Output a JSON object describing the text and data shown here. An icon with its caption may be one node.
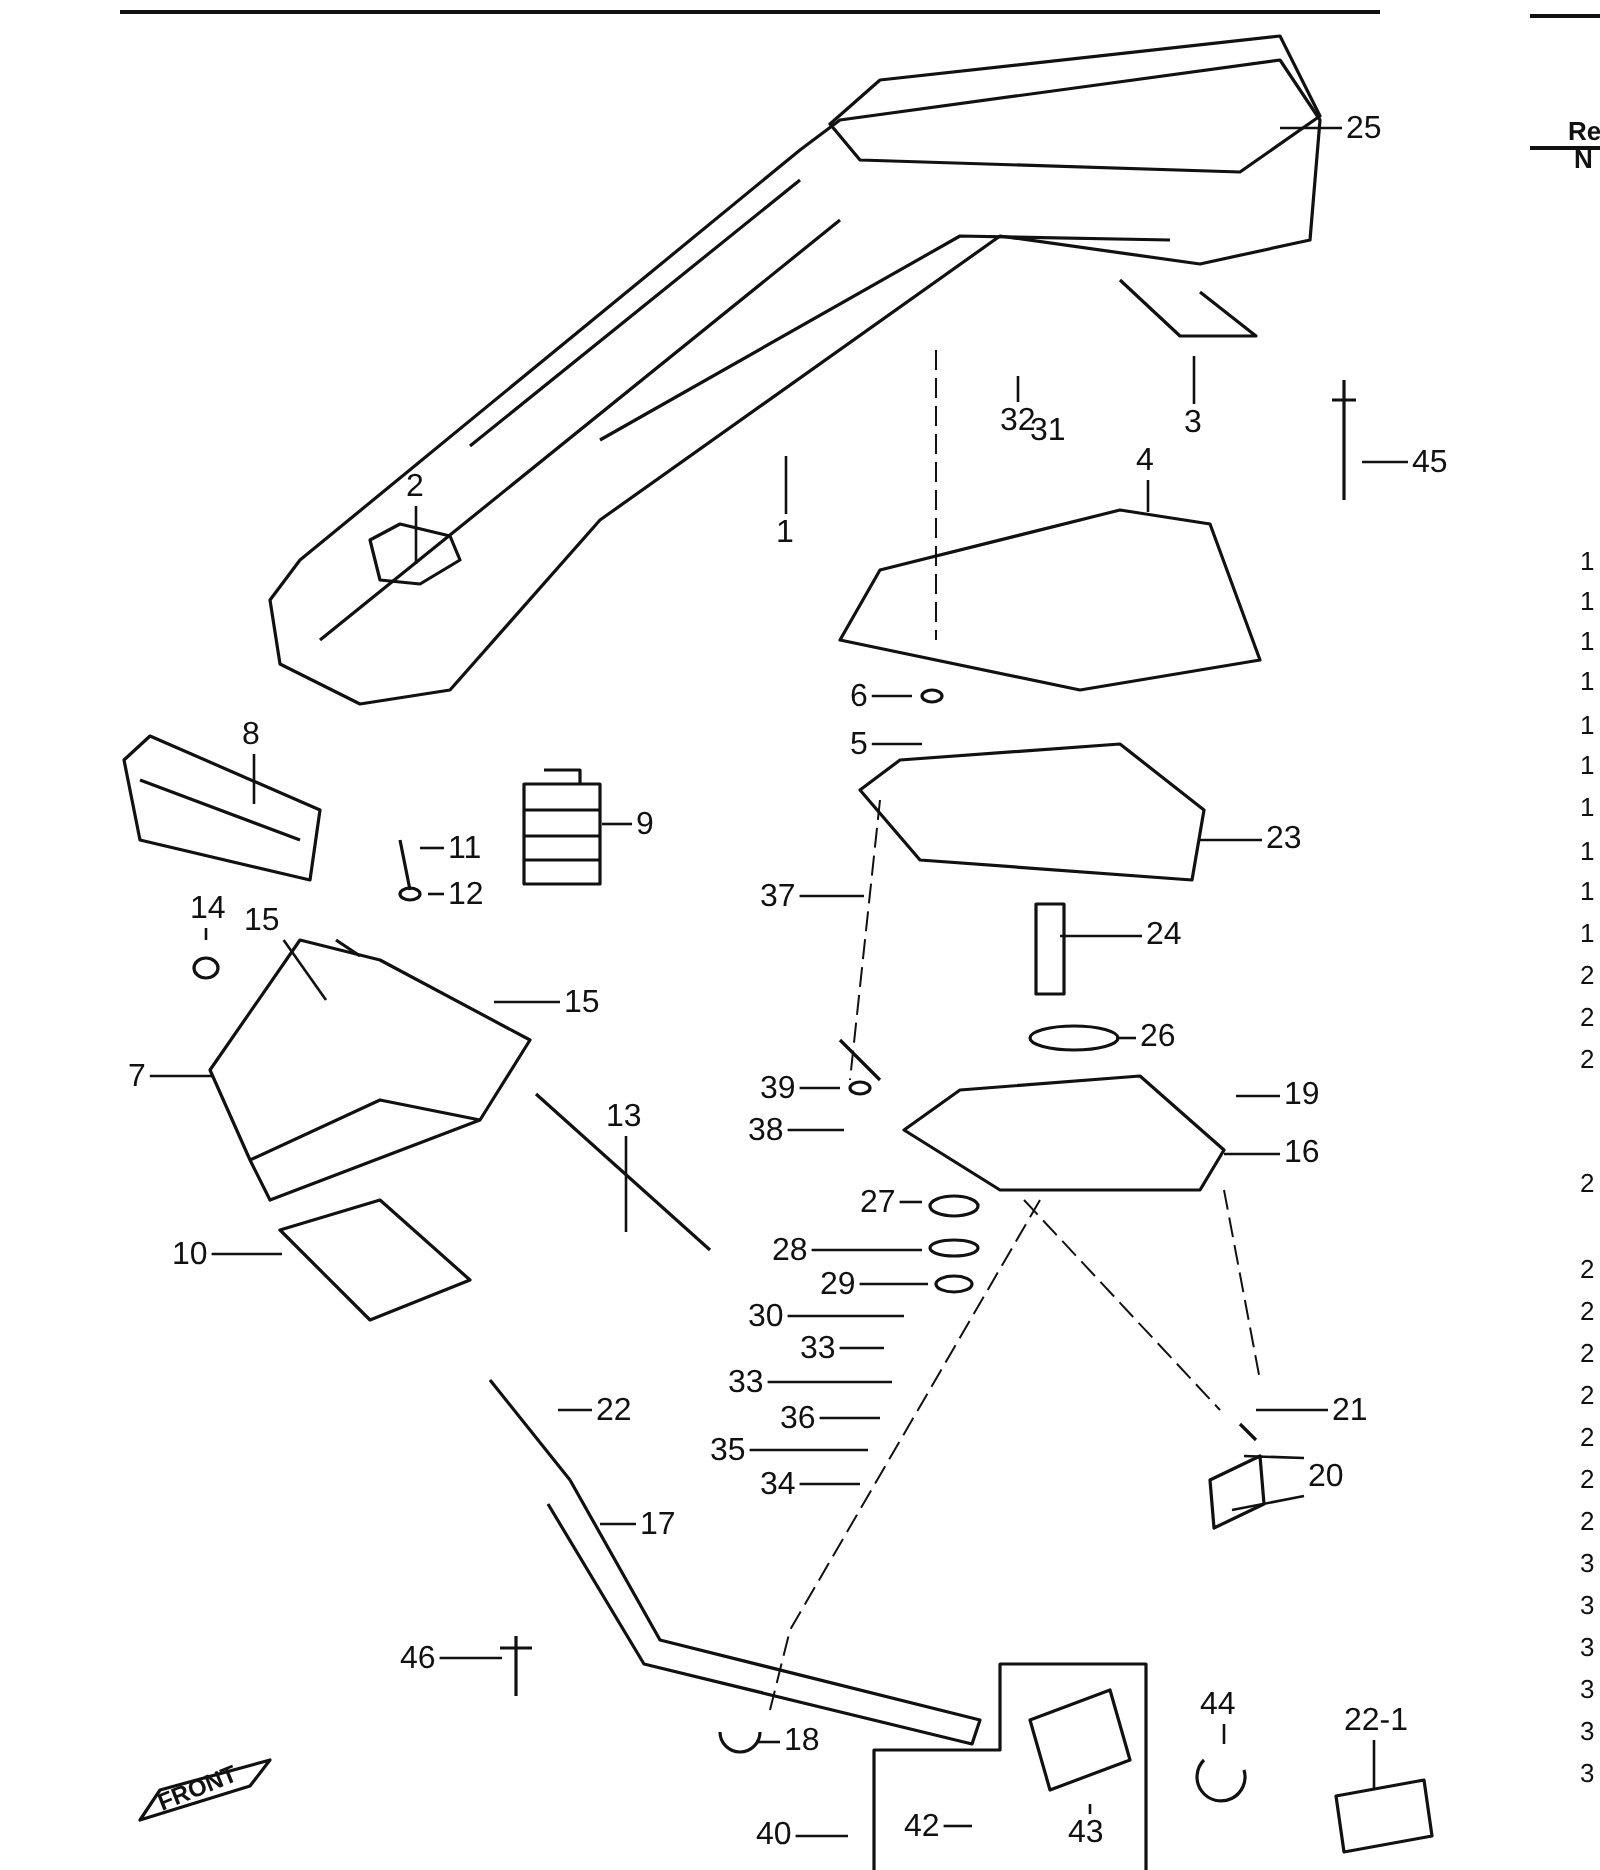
{
  "diagram": {
    "nodes": [
      {
        "text": [
          "1"
        ]
      },
      {
        "text": [
          "2"
        ]
      },
      {
        "text": [
          "3"
        ]
      },
      {
        "text": [
          "4"
        ]
      },
      {
        "text": [
          "25"
        ]
      },
      {
        "text": [
          "32"
        ]
      },
      {
        "text": [
          "45"
        ]
      },
      {
        "text": [
          "8"
        ]
      },
      {
        "text": [
          "9"
        ]
      },
      {
        "text": [
          "11"
        ]
      },
      {
        "text": [
          "12"
        ]
      },
      {
        "text": [
          "14"
        ]
      },
      {
        "text": [
          "15"
        ]
      },
      {
        "text": [
          "15"
        ]
      },
      {
        "text": [
          "7"
        ]
      },
      {
        "text": [
          "13"
        ]
      },
      {
        "text": [
          "10"
        ]
      },
      {
        "text": [
          "6"
        ]
      },
      {
        "text": [
          "5"
        ]
      },
      {
        "text": [
          "23"
        ]
      },
      {
        "text": [
          "37"
        ]
      },
      {
        "text": [
          "24"
        ]
      },
      {
        "text": [
          "26"
        ]
      },
      {
        "text": [
          "39"
        ]
      },
      {
        "text": [
          "38"
        ]
      },
      {
        "text": [
          "19"
        ]
      },
      {
        "text": [
          "16"
        ]
      },
      {
        "text": [
          "27"
        ]
      },
      {
        "text": [
          "28"
        ]
      },
      {
        "text": [
          "29"
        ]
      },
      {
        "text": [
          "30"
        ]
      },
      {
        "text": [
          "33"
        ]
      },
      {
        "text": [
          "33"
        ]
      },
      {
        "text": [
          "36"
        ]
      },
      {
        "text": [
          "35"
        ]
      },
      {
        "text": [
          "34"
        ]
      },
      {
        "text": [
          "22"
        ]
      },
      {
        "text": [
          "17"
        ]
      },
      {
        "text": [
          "46"
        ]
      },
      {
        "text": [
          "18"
        ]
      },
      {
        "text": [
          "21"
        ]
      },
      {
        "text": [
          "20"
        ]
      },
      {
        "text": [
          "40"
        ]
      },
      {
        "text": [
          "42"
        ]
      },
      {
        "text": [
          "43"
        ]
      },
      {
        "text": [
          "44"
        ]
      },
      {
        "text": [
          "22-1"
        ]
      }
    ],
    "edges": [
      {
        "from": 0,
        "to": null,
        "arrow": "none"
      },
      {
        "from": 1,
        "to": null,
        "arrow": "none"
      },
      {
        "from": 2,
        "to": null,
        "arrow": "none"
      },
      {
        "from": 3,
        "to": null,
        "arrow": "none"
      },
      {
        "from": 4,
        "to": null,
        "arrow": "none"
      },
      {
        "from": 5,
        "to": null,
        "arrow": "none"
      },
      {
        "from": 6,
        "to": null,
        "arrow": "none"
      },
      {
        "from": 7,
        "to": null,
        "arrow": "none"
      },
      {
        "from": 8,
        "to": null,
        "arrow": "none"
      },
      {
        "from": 9,
        "to": null,
        "arrow": "none"
      },
      {
        "from": 10,
        "to": null,
        "arrow": "none"
      },
      {
        "from": 11,
        "to": null,
        "arrow": "none"
      },
      {
        "from": 12,
        "to": null,
        "arrow": "none"
      },
      {
        "from": 13,
        "to": null,
        "arrow": "none"
      },
      {
        "from": 14,
        "to": null,
        "arrow": "none"
      },
      {
        "from": 15,
        "to": null,
        "arrow": "none"
      },
      {
        "from": 16,
        "to": null,
        "arrow": "none"
      },
      {
        "from": 17,
        "to": null,
        "arrow": "none"
      },
      {
        "from": 18,
        "to": null,
        "arrow": "none"
      },
      {
        "from": 19,
        "to": null,
        "arrow": "none"
      },
      {
        "from": 20,
        "to": null,
        "arrow": "none"
      },
      {
        "from": 21,
        "to": null,
        "arrow": "none"
      },
      {
        "from": 22,
        "to": null,
        "arrow": "none"
      },
      {
        "from": 23,
        "to": null,
        "arrow": "none"
      },
      {
        "from": 24,
        "to": null,
        "arrow": "none"
      },
      {
        "from": 25,
        "to": null,
        "arrow": "none"
      },
      {
        "from": 26,
        "to": null,
        "arrow": "none"
      },
      {
        "from": 27,
        "to": null,
        "arrow": "none"
      },
      {
        "from": 28,
        "to": null,
        "arrow": "none"
      },
      {
        "from": 29,
        "to": null,
        "arrow": "none"
      },
      {
        "from": 30,
        "to": null,
        "arrow": "none"
      },
      {
        "from": 31,
        "to": null,
        "arrow": "none"
      },
      {
        "from": 32,
        "to": null,
        "arrow": "none"
      },
      {
        "from": 33,
        "to": null,
        "arrow": "none"
      },
      {
        "from": 34,
        "to": null,
        "arrow": "none"
      },
      {
        "from": 35,
        "to": null,
        "arrow": "none"
      },
      {
        "from": 36,
        "to": null,
        "arrow": "none"
      },
      {
        "from": 37,
        "to": null,
        "arrow": "none"
      },
      {
        "from": 38,
        "to": null,
        "arrow": "none"
      },
      {
        "from": 39,
        "to": null,
        "arrow": "none"
      },
      {
        "from": 40,
        "to": null,
        "arrow": "none"
      },
      {
        "from": 41,
        "to": null,
        "arrow": "none"
      },
      {
        "from": 41,
        "to": null,
        "arrow": "none"
      },
      {
        "from": 42,
        "to": null,
        "arrow": "none"
      },
      {
        "from": 43,
        "to": null,
        "arrow": "none"
      },
      {
        "from": 44,
        "to": null,
        "arrow": "none"
      },
      {
        "from": 45,
        "to": null,
        "arrow": "none"
      },
      {
        "from": 46,
        "to": null,
        "arrow": "none"
      }
    ],
    "labels": [
      "31",
      "FRONT",
      "Re",
      "N",
      "1",
      "1",
      "1",
      "1",
      "1",
      "1",
      "1",
      "1",
      "1",
      "1",
      "2",
      "2",
      "2",
      "2",
      "2",
      "2",
      "2",
      "2",
      "2",
      "2",
      "2",
      "3",
      "3",
      "3",
      "3",
      "3",
      "3"
    ]
  }
}
